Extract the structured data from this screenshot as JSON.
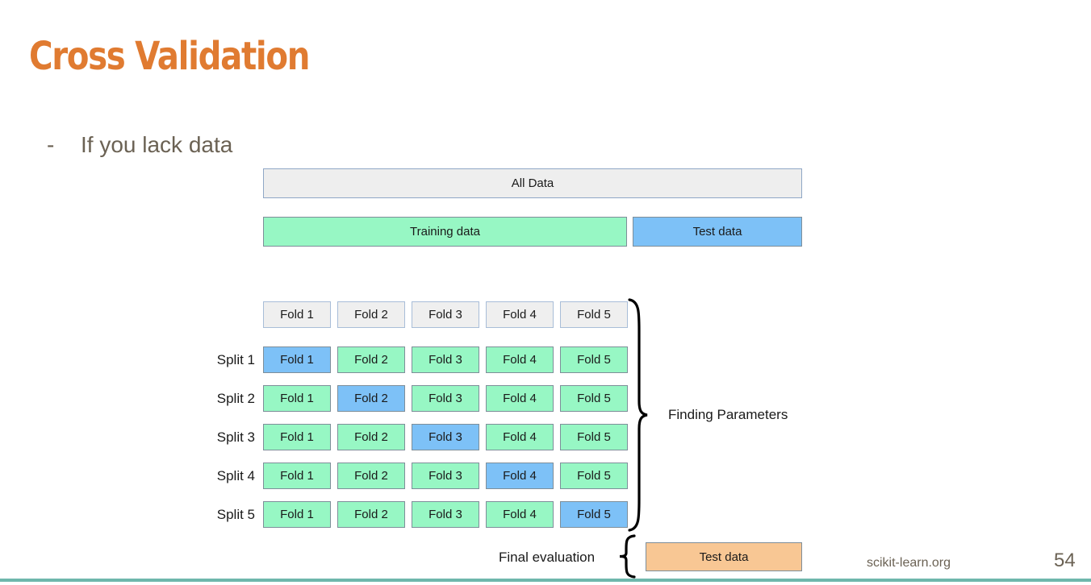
{
  "slide": {
    "title": "Cross Validation",
    "bullet_dash": "-",
    "bullet_text": "If you lack data",
    "accent_color": "#E07B31",
    "body_text_color": "#6B6254",
    "rule_color": "#6FB7AC"
  },
  "diagram": {
    "all_data_label": "All Data",
    "training_label": "Training data",
    "test_label": "Test data",
    "fold_header": [
      "Fold 1",
      "Fold 2",
      "Fold 3",
      "Fold 4",
      "Fold 5"
    ],
    "splits": [
      {
        "label": "Split 1",
        "cells": [
          "Fold 1",
          "Fold 2",
          "Fold 3",
          "Fold 4",
          "Fold 5"
        ],
        "validation_index": 0
      },
      {
        "label": "Split 2",
        "cells": [
          "Fold 1",
          "Fold 2",
          "Fold 3",
          "Fold 4",
          "Fold 5"
        ],
        "validation_index": 1
      },
      {
        "label": "Split 3",
        "cells": [
          "Fold 1",
          "Fold 2",
          "Fold 3",
          "Fold 4",
          "Fold 5"
        ],
        "validation_index": 2
      },
      {
        "label": "Split 4",
        "cells": [
          "Fold 1",
          "Fold 2",
          "Fold 3",
          "Fold 4",
          "Fold 5"
        ],
        "validation_index": 3
      },
      {
        "label": "Split 5",
        "cells": [
          "Fold 1",
          "Fold 2",
          "Fold 3",
          "Fold 4",
          "Fold 5"
        ],
        "validation_index": 4
      }
    ],
    "finding_parameters_label": "Finding Parameters",
    "final_evaluation_label": "Final evaluation",
    "final_test_label": "Test data",
    "colors": {
      "all_data_fill": "#EEEEEE",
      "all_data_border": "#8FA7C6",
      "training_fill": "#97F7C4",
      "test_fill": "#7DC1F7",
      "fold_header_fill": "#EFEFEF",
      "fold_header_border": "#A8BDD8",
      "fold_border": "#7E8E99",
      "final_test_fill": "#F8C794"
    }
  },
  "footer": {
    "source": "scikit-learn.org",
    "page_number": "54"
  }
}
